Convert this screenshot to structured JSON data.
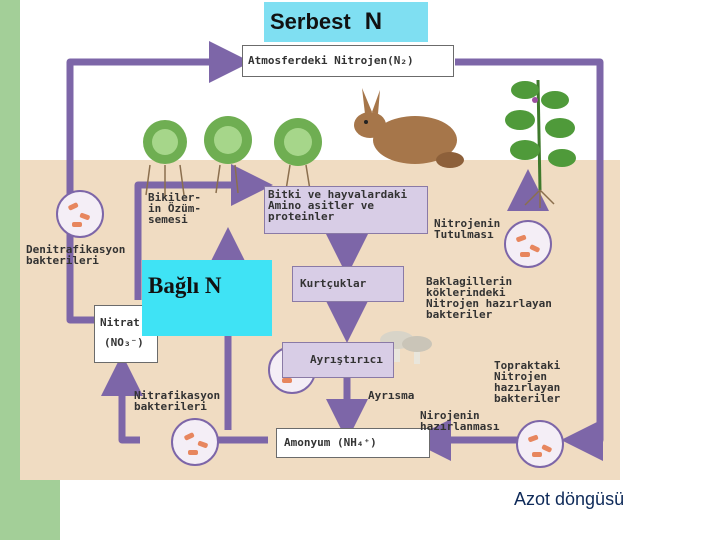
{
  "title": "Serbest",
  "title_symbol": "N",
  "fixed_label": "Bağlı N",
  "nodes": {
    "atmosphere": "Atmosferdeki Nitrojen(N₂)",
    "amino": "Bitki ve hayvalardaki\nAmino asitler ve\nproteinler",
    "worms": "Kurtçuklar",
    "decomposer": "Ayrıştırıcı",
    "ammonium": "Amonyum (NH₄⁺)",
    "nitrate_name": "Nitrat",
    "nitrate_formula": "(NO₃⁻)"
  },
  "process_labels": {
    "assimilation": "Bikiler-\nin Özüm-\nsemesi",
    "denitrification": "Denitrafikasyon\nbakterileri",
    "fixation": "Nitrojenin\nTutulması",
    "legume_bacteria": "Baklagillerin\nköklerindeki\nNitrojen hazırlayan\nbakteriler",
    "decay": "Ayrısma",
    "ammonification": "Nirojenin\nhazırlanması",
    "soil_bacteria": "Topraktaki\nNitrojen\nhazırlayan\nbakteriler",
    "nitrification": "Nitrafikasyon\nbakterileri"
  },
  "caption": "Azot döngüsü",
  "colors": {
    "sidebar": "#a3cf98",
    "arrow": "#7d66a8",
    "soil": "#f0dcc2",
    "free_n": "#7fdff2",
    "fixed_n": "#3fe3f5",
    "caption": "#0e2a59"
  },
  "icons": [
    "cabbage-icon",
    "rabbit-icon",
    "bean-plant-icon",
    "mushroom-icon",
    "bacteria-icon"
  ]
}
